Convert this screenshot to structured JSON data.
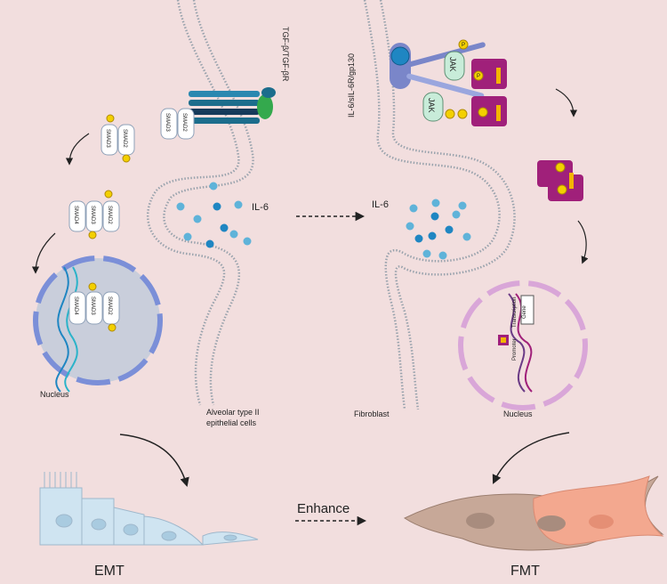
{
  "left": {
    "receptor_label": "TGF-β/TGF-βR",
    "smad2": "SMAD2",
    "smad3": "SMAD3",
    "smad4": "SMAD4",
    "nucleus": "Nucleus",
    "cell_type_line1": "Alveolar type II",
    "cell_type_line2": "epithelial cells",
    "secreted": "IL-6",
    "outcome": "EMT"
  },
  "right": {
    "receptor_label": "IL-6/sIL-6R/gp130",
    "jak": "JAK",
    "phospho": "P",
    "secreted": "IL-6",
    "cell_type": "Fibroblast",
    "nucleus": "Nucleus",
    "transcription": "Transcription",
    "gene": "Gene",
    "promoter": "Promoter",
    "outcome": "FMT"
  },
  "middle": {
    "enhance": "Enhance"
  },
  "colors": {
    "background": "#f2dede",
    "membrane": "#9aa3ad",
    "il6_dot": "#5fb3d9",
    "il6_dot_dark": "#1f86c2",
    "stat": "#a0207a",
    "stat_band": "#f3b400",
    "receptor": "#7a86c9",
    "nucleus_fill": "#c9cedb",
    "nucleus_ring": "#7b8fd8",
    "fibro_nucleus_ring": "#d9a6d8",
    "epithelium": "#cfe4f1",
    "fibroblast": "#c7a898",
    "myofibroblast": "#f3a88f"
  }
}
